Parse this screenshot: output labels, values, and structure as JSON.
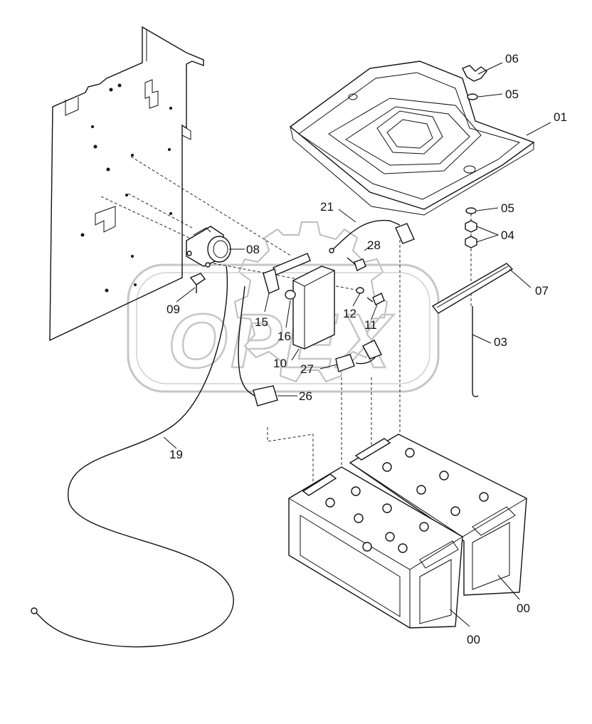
{
  "watermark": {
    "text": "OPEX"
  },
  "callouts": [
    {
      "id": "c06",
      "text": "06"
    },
    {
      "id": "c05a",
      "text": "05"
    },
    {
      "id": "c01",
      "text": "01"
    },
    {
      "id": "c05b",
      "text": "05"
    },
    {
      "id": "c04",
      "text": "04"
    },
    {
      "id": "c07",
      "text": "07"
    },
    {
      "id": "c03",
      "text": "03"
    },
    {
      "id": "c21",
      "text": "21"
    },
    {
      "id": "c28",
      "text": "28"
    },
    {
      "id": "c08",
      "text": "08"
    },
    {
      "id": "c09",
      "text": "09"
    },
    {
      "id": "c15",
      "text": "15"
    },
    {
      "id": "c16",
      "text": "16"
    },
    {
      "id": "c12",
      "text": "12"
    },
    {
      "id": "c11",
      "text": "11"
    },
    {
      "id": "c10",
      "text": "10"
    },
    {
      "id": "c27",
      "text": "27"
    },
    {
      "id": "c26",
      "text": "26"
    },
    {
      "id": "c19",
      "text": "19"
    },
    {
      "id": "c00a",
      "text": "00"
    },
    {
      "id": "c00b",
      "text": "00"
    }
  ]
}
